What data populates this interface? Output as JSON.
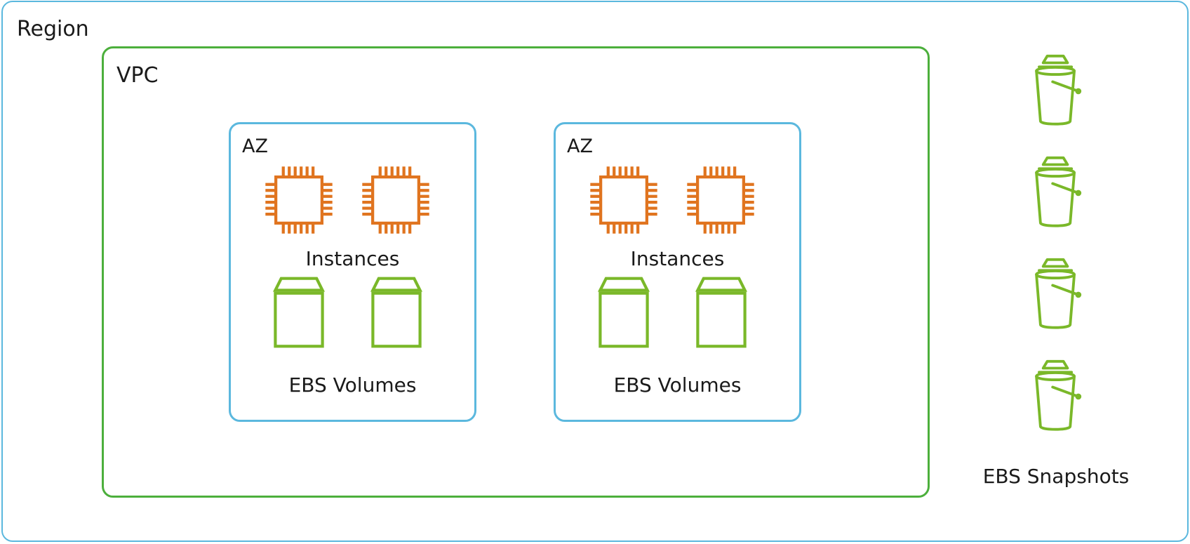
{
  "region": {
    "label": "Region"
  },
  "vpc": {
    "label": "VPC"
  },
  "availability_zones": [
    {
      "label": "AZ",
      "instances_label": "Instances",
      "volumes_label": "EBS Volumes"
    },
    {
      "label": "AZ",
      "instances_label": "Instances",
      "volumes_label": "EBS Volumes"
    }
  ],
  "snapshots": {
    "label": "EBS Snapshots"
  },
  "icons": {
    "instance": "ec2-instance-chip-icon",
    "volume": "ebs-volume-icon",
    "snapshot": "ebs-snapshot-bucket-icon"
  },
  "colors": {
    "region_border": "#5bb8de",
    "vpc_border": "#4caf3c",
    "az_border": "#5bb8de",
    "instance_icon": "#e0741f",
    "storage_icon": "#7ab829"
  }
}
